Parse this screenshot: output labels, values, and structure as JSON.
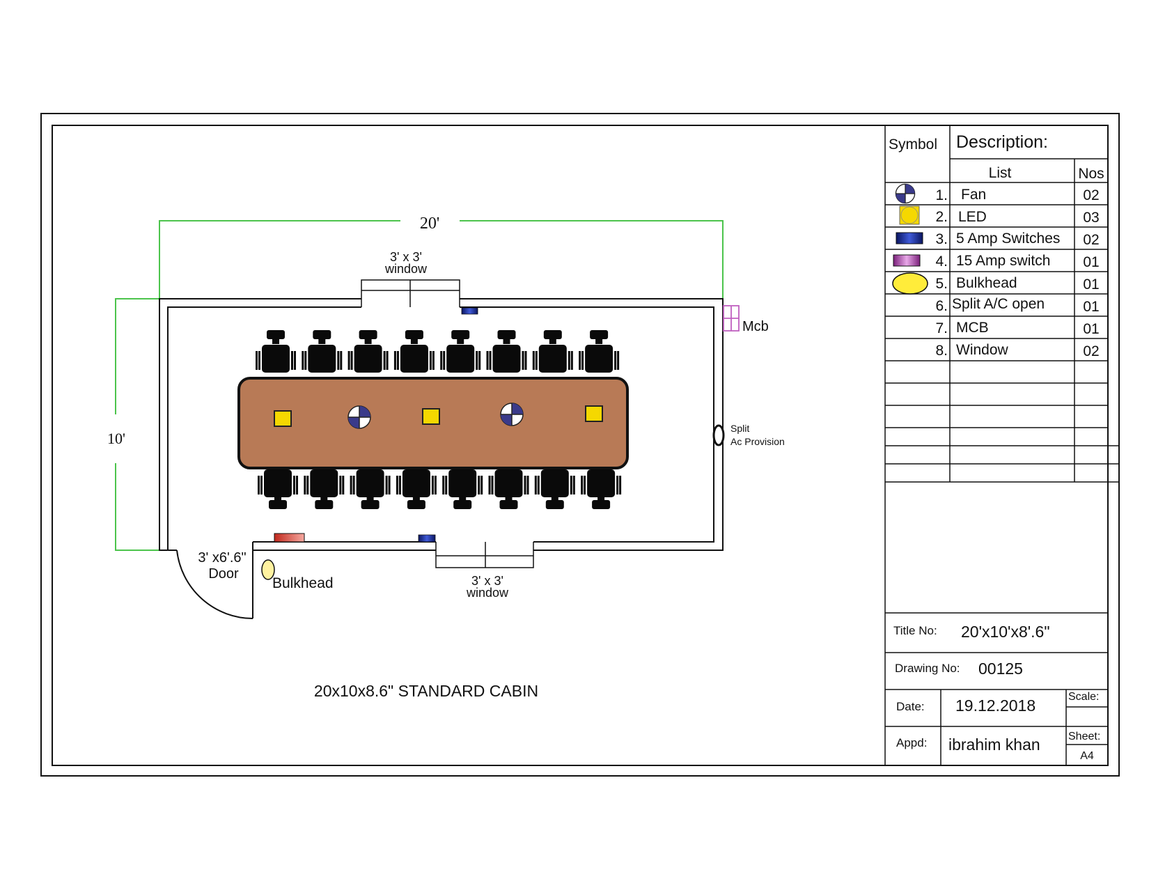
{
  "plan": {
    "width_label": "20'",
    "height_label": "10'",
    "window_top_label_1": "3' x 3'",
    "window_top_label_2": "window",
    "window_bottom_label_1": "3' x 3'",
    "window_bottom_label_2": "window",
    "door_label_1": "3' x6'.6\"",
    "door_label_2": "Door",
    "bulkhead_label": "Bulkhead",
    "mcb_label": "Mcb",
    "split_label_1": "Split",
    "split_label_2": "Ac Provision",
    "caption": "20x10x8.6\" STANDARD CABIN",
    "chairs_per_side": 8,
    "ceiling_items": [
      "led",
      "fan",
      "led",
      "fan",
      "led"
    ]
  },
  "legend": {
    "symbol_header": "Symbol",
    "description_header": "Description:",
    "list_header": "List",
    "nos_header": "Nos",
    "items": [
      {
        "num": "1.",
        "label": "Fan",
        "nos": "02",
        "icon": "fan-icon"
      },
      {
        "num": "2.",
        "label": "LED",
        "nos": "03",
        "icon": "led-icon"
      },
      {
        "num": "3.",
        "label": "5 Amp Switches",
        "nos": "02",
        "icon": "switch-5amp-icon"
      },
      {
        "num": "4.",
        "label": "15 Amp switch",
        "nos": "01",
        "icon": "switch-15amp-icon"
      },
      {
        "num": "5.",
        "label": "Bulkhead",
        "nos": "01",
        "icon": "bulkhead-icon"
      },
      {
        "num": "6.",
        "label": "Split A/C open",
        "nos": "01",
        "icon": ""
      },
      {
        "num": "7.",
        "label": "MCB",
        "nos": "01",
        "icon": ""
      },
      {
        "num": "8.",
        "label": "Window",
        "nos": "02",
        "icon": ""
      }
    ]
  },
  "title_block": {
    "title_no_label": "Title No:",
    "title_no_value": "20'x10'x8'.6\"",
    "drawing_no_label": "Drawing No:",
    "drawing_no_value": "00125",
    "date_label": "Date:",
    "date_value": "19.12.2018",
    "scale_label": "Scale:",
    "scale_value": "",
    "appd_label": "Appd:",
    "appd_value": "ibrahim khan",
    "sheet_label": "Sheet:",
    "sheet_value": "A4"
  },
  "colors": {
    "dimension_line": "#4cc44c",
    "table_top": "#b87a56",
    "led": "#f5d800",
    "fan_blue": "#3a3a8a",
    "switch_5amp": "#1f2f9a",
    "switch_15amp": "#b040b0",
    "bulkhead": "#ffec3a",
    "mcb": "#c060c0",
    "red_switch": "#d23a2a"
  }
}
